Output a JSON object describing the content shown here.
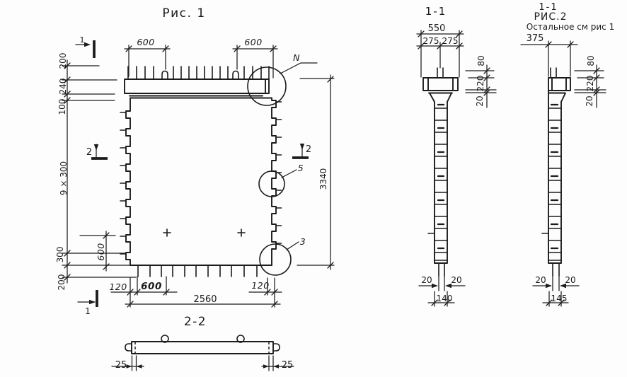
{
  "ink": "#1c1c1c",
  "fig1": {
    "title": "Рис. 1",
    "dim_600_top_left": "600",
    "dim_600_top_right": "600",
    "chain_200_top": "200",
    "chain_240": "240",
    "chain_100": "100",
    "chain_9x300": "9 × 300",
    "chain_300": "300",
    "chain_200_bottom": "200",
    "dim_600_vertical": "600",
    "dim_120_left": "120",
    "dim_600_bottom": "600",
    "dim_120_right": "120",
    "dim_2560": "2560",
    "dim_3340": "3340",
    "detail_n": "N",
    "detail_5": "5",
    "detail_3": "3",
    "section_mark_1_top": "1",
    "section_mark_1_bottom": "1",
    "section_mark_2_left": "2",
    "section_mark_2_right": "2"
  },
  "section_2_2": {
    "title": "2-2",
    "dim_25_left": "25",
    "dim_25_right": "25"
  },
  "section_1_1": {
    "title": "1-1",
    "dim_550": "550",
    "dim_275_left": "275",
    "dim_275_right": "275",
    "chain_80": "80",
    "chain_220": "220",
    "chain_20": "20",
    "dim_20_left": "20",
    "dim_20_right": "20",
    "dim_140": "140"
  },
  "fig2": {
    "title_section": "1-1",
    "title": "РИС.2",
    "note": "Остальное см рис 1",
    "dim_375": "375",
    "chain_80": "80",
    "chain_220": "220",
    "chain_20": "20",
    "dim_20_left": "20",
    "dim_20_right": "20",
    "dim_145": "145"
  }
}
